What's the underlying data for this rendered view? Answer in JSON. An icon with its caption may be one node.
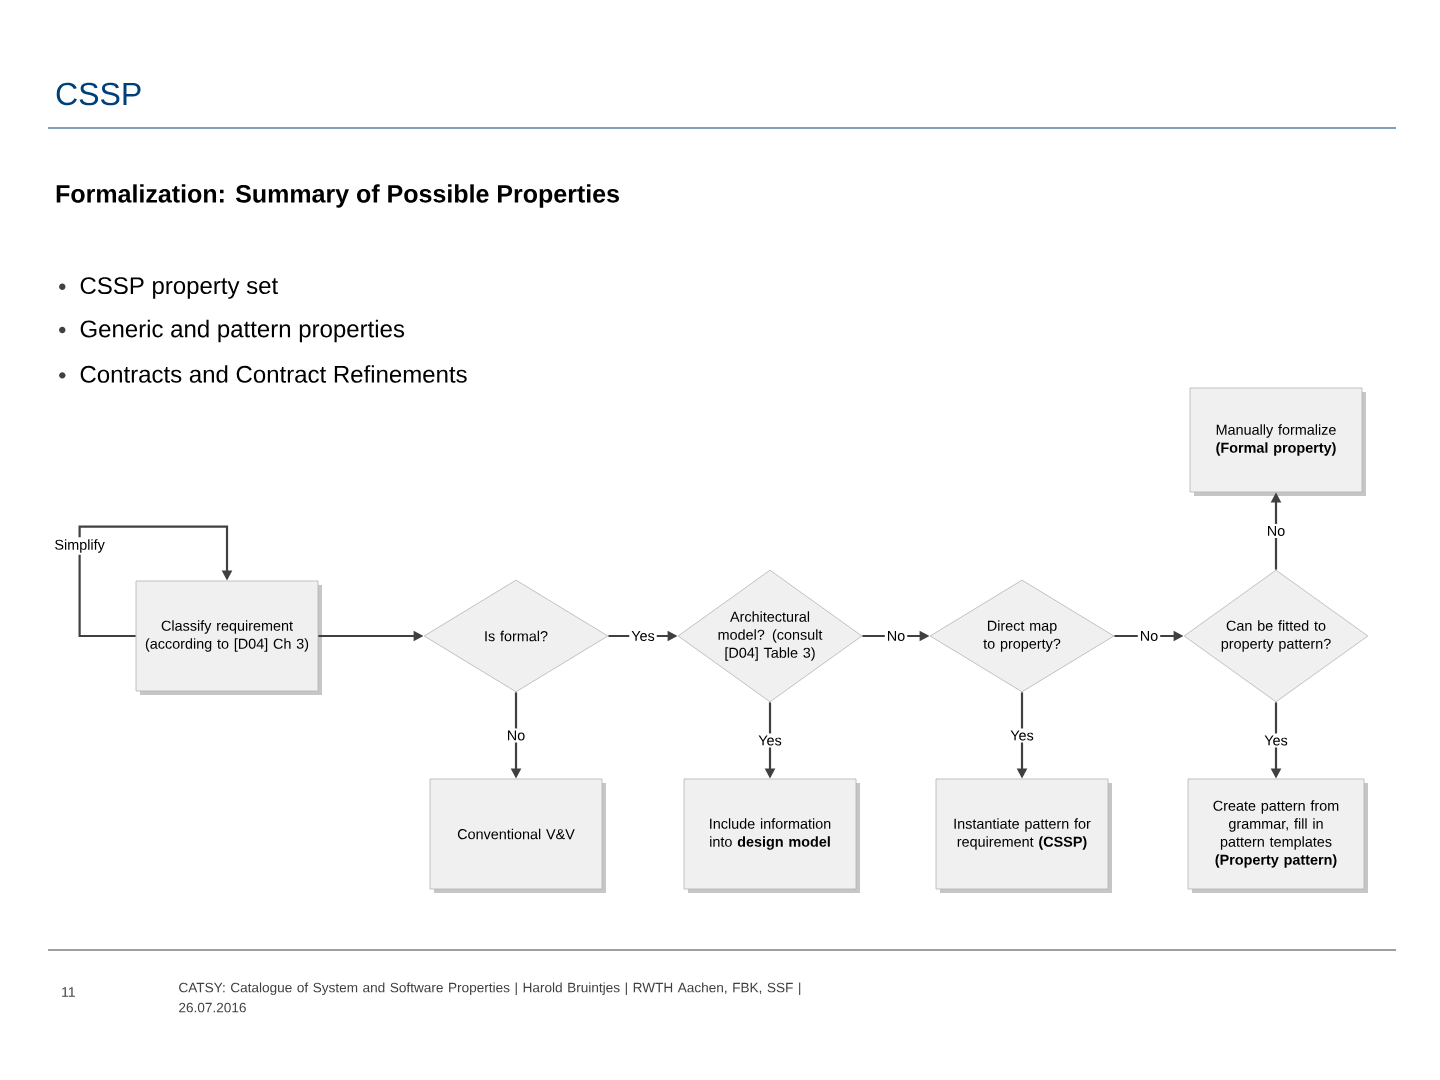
{
  "diagram": {
    "title": "CSSP",
    "nodes": [
      {
        "text": [
          "Classify requirement (according to [D04] Ch 3)"
        ]
      },
      {
        "text": [
          "Is formal?"
        ]
      },
      {
        "text": [
          "Architectural model? (consult [D04] Table 3)"
        ]
      },
      {
        "text": [
          "Direct map to property?"
        ]
      },
      {
        "text": [
          "Can be fitted to property pattern?"
        ]
      },
      {
        "text": [
          "Manually formalize **(Formal property)**"
        ]
      },
      {
        "text": [
          "Conventional V&V"
        ]
      },
      {
        "text": [
          "Include information into **design model**"
        ]
      },
      {
        "text": [
          "Instantiate pattern for requirement **(CSSP)**"
        ]
      },
      {
        "text": [
          "Create pattern from grammar, fill in pattern templates **(Property pattern)**"
        ]
      }
    ],
    "edges": [
      {
        "from": 0,
        "to": 0,
        "arrow": "to",
        "label": "Simplify"
      },
      {
        "from": 0,
        "to": 1,
        "arrow": "to"
      },
      {
        "from": 1,
        "to": 2,
        "arrow": "to",
        "label": "Yes"
      },
      {
        "from": 1,
        "to": 6,
        "arrow": "to",
        "label": "No"
      },
      {
        "from": 2,
        "to": 3,
        "arrow": "to",
        "label": "No"
      },
      {
        "from": 2,
        "to": 7,
        "arrow": "to",
        "label": "Yes"
      },
      {
        "from": 3,
        "to": 4,
        "arrow": "to",
        "label": "No"
      },
      {
        "from": 3,
        "to": 8,
        "arrow": "to",
        "label": "Yes"
      },
      {
        "from": 4,
        "to": 5,
        "arrow": "to",
        "label": "No"
      },
      {
        "from": 4,
        "to": 9,
        "arrow": "to",
        "label": "Yes"
      }
    ],
    "labels": [
      "Formalization: Summary of Possible Properties",
      "CSSP property set",
      "Generic and pattern properties",
      "Contracts and Contract Refinements",
      "11",
      "CATSY: Catalogue of System and Software Properties | Harold Bruintjes | RWTH Aachen, FBK, SSF | 26.07.2016"
    ]
  }
}
